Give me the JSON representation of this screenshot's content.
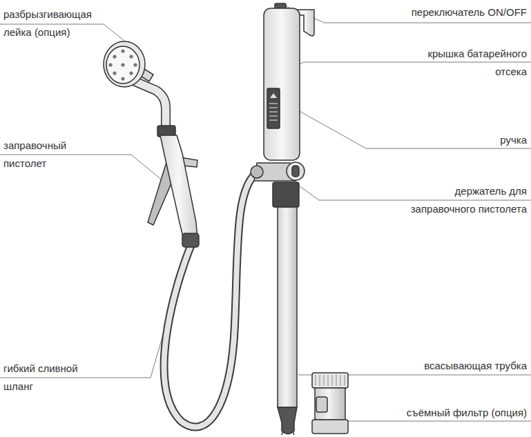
{
  "diagram": {
    "labels": [
      "разбрызгивающая лейка (опция)",
      "переключатель ON/OFF",
      "крышка батарейного отсека",
      "заправочный пистолет",
      "ручка",
      "держатель для заправочного пистолета",
      "гибкий сливной шланг",
      "всасывающая трубка",
      "съёмный фильтр (опция)"
    ]
  }
}
